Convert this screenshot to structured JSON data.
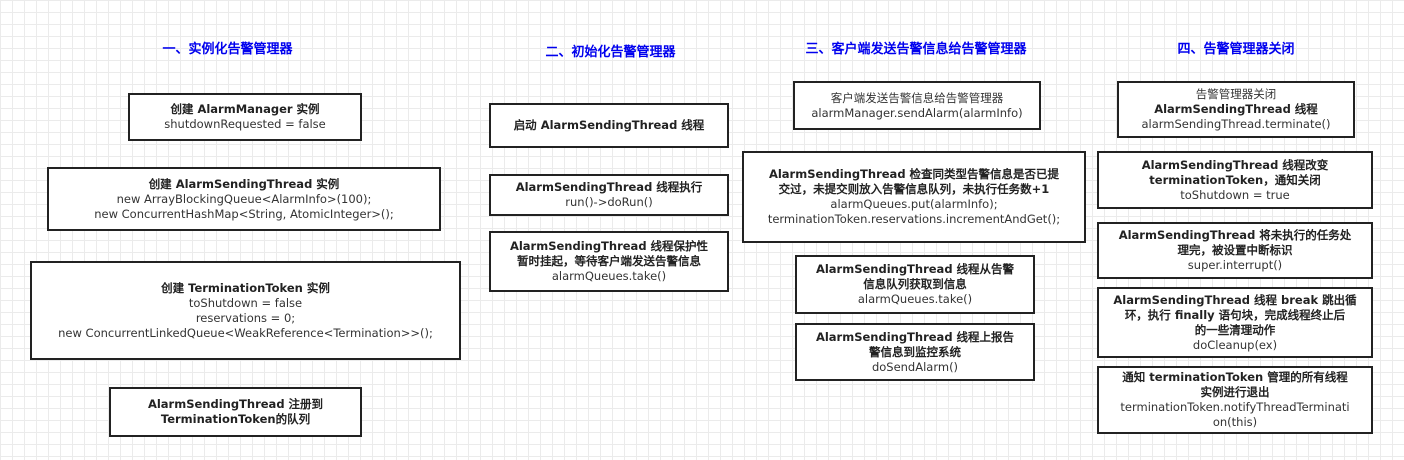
{
  "columns": [
    {
      "title": "一、实例化告警管理器",
      "boxes": [
        {
          "lines": [
            {
              "t": "创建 AlarmManager 实例",
              "bold": true
            },
            {
              "t": "shutdownRequested = false",
              "bold": false
            }
          ]
        },
        {
          "lines": [
            {
              "t": "创建 AlarmSendingThread 实例",
              "bold": true
            },
            {
              "t": "new ArrayBlockingQueue<AlarmInfo>(100);",
              "bold": false
            },
            {
              "t": "new ConcurrentHashMap<String, AtomicInteger>();",
              "bold": false
            }
          ]
        },
        {
          "lines": [
            {
              "t": "创建 TerminationToken 实例",
              "bold": true
            },
            {
              "t": "toShutdown = false",
              "bold": false
            },
            {
              "t": "reservations = 0;",
              "bold": false
            },
            {
              "t": "new ConcurrentLinkedQueue<WeakReference<Termination>>();",
              "bold": false
            }
          ]
        },
        {
          "lines": [
            {
              "t": "AlarmSendingThread 注册到",
              "bold": true
            },
            {
              "t": "TerminationToken的队列",
              "bold": true
            }
          ]
        }
      ]
    },
    {
      "title": "二、初始化告警管理器",
      "boxes": [
        {
          "lines": [
            {
              "t": "启动 AlarmSendingThread 线程",
              "bold": true
            }
          ]
        },
        {
          "lines": [
            {
              "t": "AlarmSendingThread 线程执行",
              "bold": true
            },
            {
              "t": "run()->doRun()",
              "bold": false
            }
          ]
        },
        {
          "lines": [
            {
              "t": "AlarmSendingThread 线程保护性",
              "bold": true
            },
            {
              "t": "暂时挂起，等待客户端发送告警信息",
              "bold": true
            },
            {
              "t": "alarmQueues.take()",
              "bold": false
            }
          ]
        }
      ]
    },
    {
      "title": "三、客户端发送告警信息给告警管理器",
      "boxes": [
        {
          "lines": [
            {
              "t": "客户端发送告警信息给告警管理器",
              "bold": false
            },
            {
              "t": "alarmManager.sendAlarm(alarmInfo)",
              "bold": false
            }
          ]
        },
        {
          "lines": [
            {
              "t": "AlarmSendingThread 检查同类型告警信息是否已提",
              "bold": true
            },
            {
              "t": "交过，未提交则放入告警信息队列，未执行任务数+1",
              "bold": true
            },
            {
              "t": "alarmQueues.put(alarmInfo);",
              "bold": false
            },
            {
              "t": "terminationToken.reservations.incrementAndGet();",
              "bold": false
            }
          ]
        },
        {
          "lines": [
            {
              "t": "AlarmSendingThread 线程从告警",
              "bold": true
            },
            {
              "t": "信息队列获取到信息",
              "bold": true
            },
            {
              "t": "alarmQueues.take()",
              "bold": false
            }
          ]
        },
        {
          "lines": [
            {
              "t": "AlarmSendingThread 线程上报告",
              "bold": true
            },
            {
              "t": "警信息到监控系统",
              "bold": true
            },
            {
              "t": "doSendAlarm()",
              "bold": false
            }
          ]
        }
      ]
    },
    {
      "title": "四、告警管理器关闭",
      "boxes": [
        {
          "lines": [
            {
              "t": "告警管理器关闭",
              "bold": false
            },
            {
              "t": "AlarmSendingThread 线程",
              "bold": true
            },
            {
              "t": "alarmSendingThread.terminate()",
              "bold": false
            }
          ]
        },
        {
          "lines": [
            {
              "t": "AlarmSendingThread 线程改变",
              "bold": true
            },
            {
              "t": "terminationToken，通知关闭",
              "bold": true
            },
            {
              "t": "toShutdown = true",
              "bold": false
            }
          ]
        },
        {
          "lines": [
            {
              "t": "AlarmSendingThread 将未执行的任务处",
              "bold": true
            },
            {
              "t": "理完，被设置中断标识",
              "bold": true
            },
            {
              "t": "super.interrupt()",
              "bold": false
            }
          ]
        },
        {
          "lines": [
            {
              "t": "AlarmSendingThread 线程 break 跳出循",
              "bold": true
            },
            {
              "t": "环，执行 finally 语句块，完成线程终止后",
              "bold": true
            },
            {
              "t": "的一些清理动作",
              "bold": true
            },
            {
              "t": "doCleanup(ex)",
              "bold": false
            }
          ]
        },
        {
          "lines": [
            {
              "t": "通知 terminationToken 管理的所有线程",
              "bold": true
            },
            {
              "t": "实例进行退出",
              "bold": true
            },
            {
              "t": "terminationToken.notifyThreadTerminati",
              "bold": false
            },
            {
              "t": "on(this)",
              "bold": false
            }
          ]
        }
      ]
    }
  ]
}
